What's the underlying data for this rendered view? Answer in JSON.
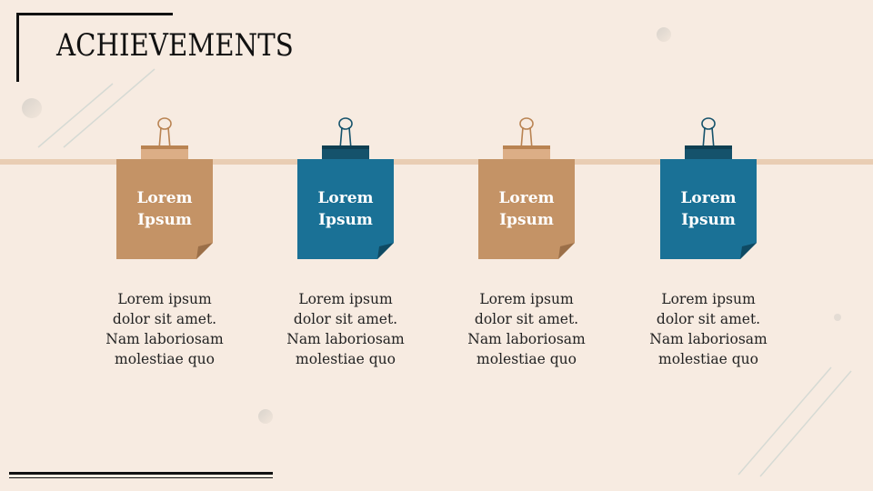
{
  "title": "ACHIEVEMENTS",
  "colors": {
    "background": "#f7ebe1",
    "tan": "#c49366",
    "tan_clip": "#dcae86",
    "tan_clip_top": "#b98352",
    "teal": "#1a7196",
    "teal_clip": "#15526b",
    "rope": "#e9cdb3"
  },
  "cards": [
    {
      "color": "tan",
      "note": [
        "Lorem",
        "Ipsum"
      ],
      "desc": [
        "Lorem ipsum",
        "dolor sit amet.",
        "Nam laboriosam",
        "molestiae quo"
      ]
    },
    {
      "color": "teal",
      "note": [
        "Lorem",
        "Ipsum"
      ],
      "desc": [
        "Lorem ipsum",
        "dolor sit amet.",
        "Nam laboriosam",
        "molestiae quo"
      ]
    },
    {
      "color": "tan",
      "note": [
        "Lorem",
        "Ipsum"
      ],
      "desc": [
        "Lorem ipsum",
        "dolor sit amet.",
        "Nam laboriosam",
        "molestiae quo"
      ]
    },
    {
      "color": "teal",
      "note": [
        "Lorem",
        "Ipsum"
      ],
      "desc": [
        "Lorem ipsum",
        "dolor sit amet.",
        "Nam laboriosam",
        "molestiae quo"
      ]
    }
  ]
}
